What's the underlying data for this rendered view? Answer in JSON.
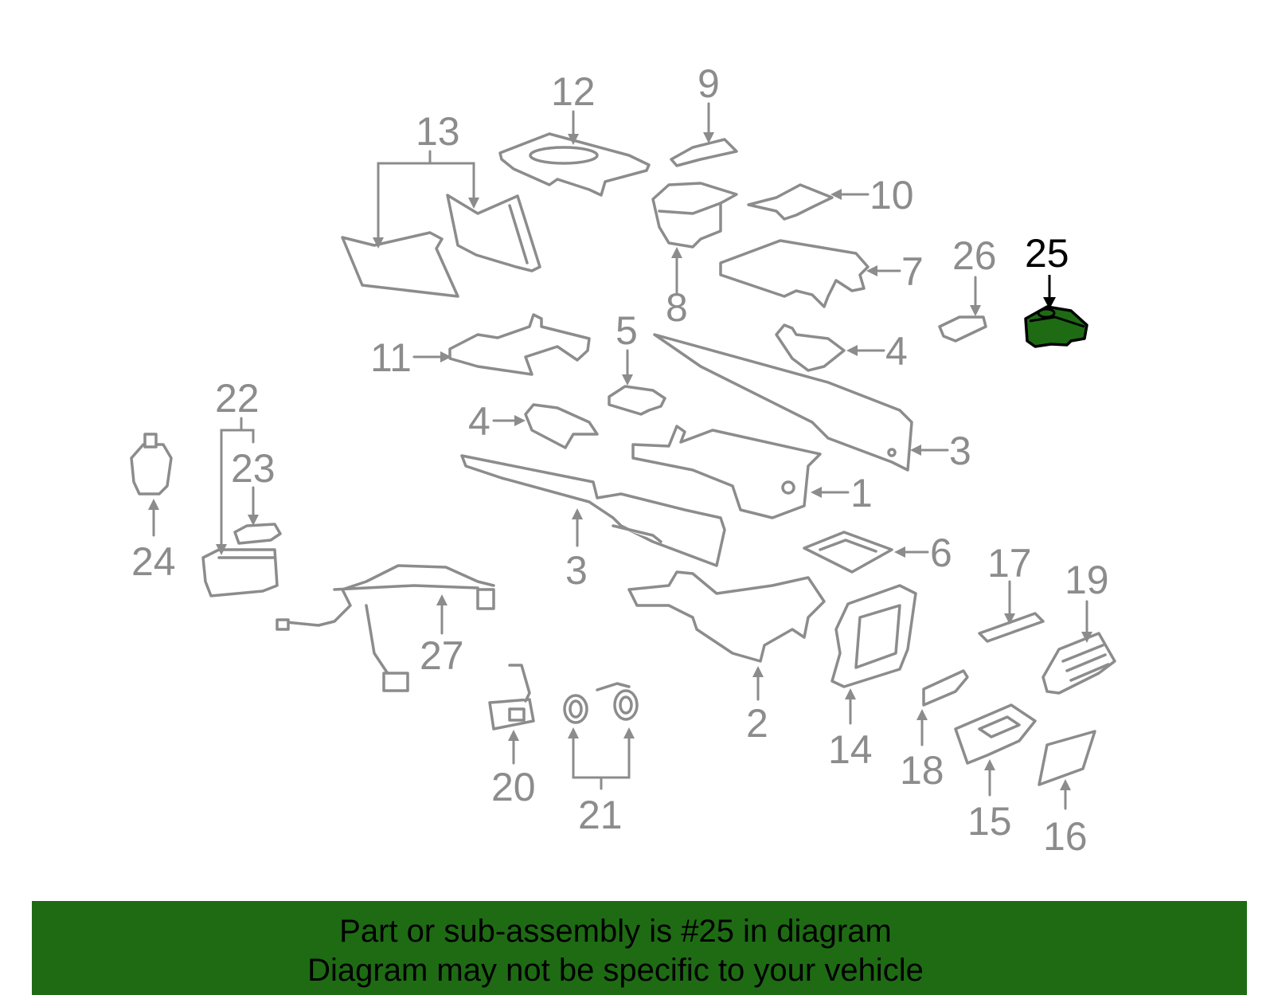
{
  "diagram": {
    "highlighted_part": "25",
    "colors": {
      "part_stroke": "#8c8c8c",
      "highlight_fill": "#1e6b14",
      "highlight_stroke": "#000000",
      "banner_background": "#1e6b14",
      "background": "#ffffff"
    },
    "callouts": [
      {
        "id": "c1",
        "label": "1"
      },
      {
        "id": "c2",
        "label": "2"
      },
      {
        "id": "c3a",
        "label": "3"
      },
      {
        "id": "c3b",
        "label": "3"
      },
      {
        "id": "c4a",
        "label": "4"
      },
      {
        "id": "c4b",
        "label": "4"
      },
      {
        "id": "c5",
        "label": "5"
      },
      {
        "id": "c6",
        "label": "6"
      },
      {
        "id": "c7",
        "label": "7"
      },
      {
        "id": "c8",
        "label": "8"
      },
      {
        "id": "c9",
        "label": "9"
      },
      {
        "id": "c10",
        "label": "10"
      },
      {
        "id": "c11",
        "label": "11"
      },
      {
        "id": "c12",
        "label": "12"
      },
      {
        "id": "c13",
        "label": "13"
      },
      {
        "id": "c14",
        "label": "14"
      },
      {
        "id": "c15",
        "label": "15"
      },
      {
        "id": "c16",
        "label": "16"
      },
      {
        "id": "c17",
        "label": "17"
      },
      {
        "id": "c18",
        "label": "18"
      },
      {
        "id": "c19",
        "label": "19"
      },
      {
        "id": "c20",
        "label": "20"
      },
      {
        "id": "c21",
        "label": "21"
      },
      {
        "id": "c22",
        "label": "22"
      },
      {
        "id": "c23",
        "label": "23"
      },
      {
        "id": "c24",
        "label": "24"
      },
      {
        "id": "c25",
        "label": "25"
      },
      {
        "id": "c26",
        "label": "26"
      },
      {
        "id": "c27",
        "label": "27"
      }
    ]
  },
  "banner": {
    "line1": "Part or sub-assembly is #25 in diagram",
    "line2": "Diagram may not be specific to your vehicle"
  }
}
